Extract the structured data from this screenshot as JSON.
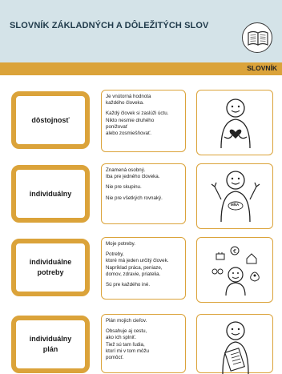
{
  "header": {
    "title": "SLOVNÍK ZÁKLADNÝCH A DÔLEŽITÝCH SLOV",
    "section_label": "SLOVNÍK"
  },
  "icons": [
    "book-icon",
    "heart-person-icon",
    "me-person-icon",
    "needs-person-icon",
    "plan-person-icon"
  ],
  "colors": {
    "header_bg": "#d4e3e8",
    "accent": "#dba33a",
    "title": "#1f3a4a"
  },
  "entries": [
    {
      "word": "dôstojnosť",
      "definition": [
        "Je vnútorná hodnota\nkaždého človeka.",
        "Každý človek si zaslúži úctu.\nNikto nesmie druhého\nponižovať\nalebo zosmiešňovať."
      ]
    },
    {
      "word": "individuálny",
      "definition": [
        "Znamená osobný.\nIba pre jedného človeka.",
        "Nie pre skupinu.",
        "Nie pre všetkých rovnaký."
      ],
      "picture_label": "MŇA"
    },
    {
      "word": "individuálne\npotreby",
      "definition": [
        "Moje potreby.",
        "Potreby,\nktoré má jeden určitý človek.\nNapríklad práca, peniaze,\ndomov, zdravie, priatelia.",
        "Sú pre každého iné."
      ]
    },
    {
      "word": "individuálny\nplán",
      "definition": [
        "Plán mojich cieľov.",
        "Obsahuje aj cestu,\nako ich splniť.\nTiež sú tam ľudia,\nktorí mi v tom môžu\npomôcť."
      ]
    }
  ]
}
